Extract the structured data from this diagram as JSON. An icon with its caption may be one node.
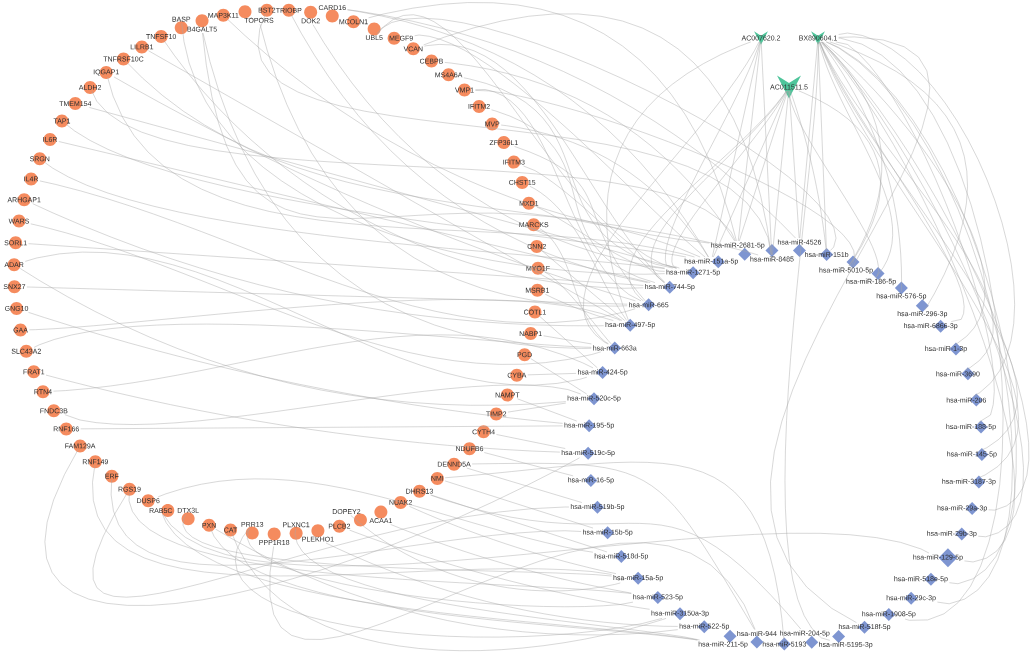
{
  "diagram": {
    "nodes": [
      {
        "text": [
          "TNFSF10"
        ]
      },
      {
        "text": [
          "BASP"
        ]
      },
      {
        "text": [
          "B4GALT5"
        ]
      },
      {
        "text": [
          "MAP3K11"
        ]
      },
      {
        "text": [
          "TOPORS"
        ]
      },
      {
        "text": [
          "BST2"
        ]
      },
      {
        "text": [
          "TRIOBP"
        ]
      },
      {
        "text": [
          "DOK2"
        ]
      },
      {
        "text": [
          "CARD16"
        ]
      },
      {
        "text": [
          "MCOLN1"
        ]
      },
      {
        "text": [
          "UBL5"
        ]
      },
      {
        "text": [
          "MEGF9"
        ]
      },
      {
        "text": [
          "VCAN"
        ]
      },
      {
        "text": [
          "CEBPB"
        ]
      },
      {
        "text": [
          "MS4A6A"
        ]
      },
      {
        "text": [
          "VMP1"
        ]
      },
      {
        "text": [
          "IFITM2"
        ]
      },
      {
        "text": [
          "MVP"
        ]
      },
      {
        "text": [
          "ZFP36L1"
        ]
      },
      {
        "text": [
          "IFITM3"
        ]
      },
      {
        "text": [
          "CHST15"
        ]
      },
      {
        "text": [
          "MXD1"
        ]
      },
      {
        "text": [
          "MARCKS"
        ]
      },
      {
        "text": [
          "CNN2"
        ]
      },
      {
        "text": [
          "MYO1F"
        ]
      },
      {
        "text": [
          "MSRB1"
        ]
      },
      {
        "text": [
          "COTL1"
        ]
      },
      {
        "text": [
          "NABP1"
        ]
      },
      {
        "text": [
          "PGD"
        ]
      },
      {
        "text": [
          "CYBA"
        ]
      },
      {
        "text": [
          "NAMPT"
        ]
      },
      {
        "text": [
          "TIMP2"
        ]
      },
      {
        "text": [
          "CYTH4"
        ]
      },
      {
        "text": [
          "NDUFB6"
        ]
      },
      {
        "text": [
          "DENND5A"
        ]
      },
      {
        "text": [
          "NMI"
        ]
      },
      {
        "text": [
          "DHRS13"
        ]
      },
      {
        "text": [
          "NUAK2"
        ]
      },
      {
        "text": [
          "ACAA1"
        ]
      },
      {
        "text": [
          "DOPEY2"
        ]
      },
      {
        "text": [
          "PLCB2"
        ]
      },
      {
        "text": [
          "PLEKHO1"
        ]
      },
      {
        "text": [
          "PLXNC1"
        ]
      },
      {
        "text": [
          "PPP1R18"
        ]
      },
      {
        "text": [
          "PRR13"
        ]
      },
      {
        "text": [
          "CAT"
        ]
      },
      {
        "text": [
          "PXN"
        ]
      },
      {
        "text": [
          "DTX3L"
        ]
      },
      {
        "text": [
          "RAB5C"
        ]
      },
      {
        "text": [
          "DUSP6"
        ]
      },
      {
        "text": [
          "RGS19"
        ]
      },
      {
        "text": [
          "ERF"
        ]
      },
      {
        "text": [
          "RNF149"
        ]
      },
      {
        "text": [
          "FAM129A"
        ]
      },
      {
        "text": [
          "RNF166"
        ]
      },
      {
        "text": [
          "FNDC3B"
        ]
      },
      {
        "text": [
          "RTN4"
        ]
      },
      {
        "text": [
          "FRAT1"
        ]
      },
      {
        "text": [
          "SLC43A2"
        ]
      },
      {
        "text": [
          "GAA"
        ]
      },
      {
        "text": [
          "GNG10"
        ]
      },
      {
        "text": [
          "SNX27"
        ]
      },
      {
        "text": [
          "ADAR"
        ]
      },
      {
        "text": [
          "SORL1"
        ]
      },
      {
        "text": [
          "WARS"
        ]
      },
      {
        "text": [
          "ARHGAP1"
        ]
      },
      {
        "text": [
          "IL4R"
        ]
      },
      {
        "text": [
          "SRGN"
        ]
      },
      {
        "text": [
          "IL6R"
        ]
      },
      {
        "text": [
          "TAP1"
        ]
      },
      {
        "text": [
          "TMEM154"
        ]
      },
      {
        "text": [
          "ALDH2"
        ]
      },
      {
        "text": [
          "IQGAP1"
        ]
      },
      {
        "text": [
          "TNFRSF10C"
        ]
      },
      {
        "text": [
          "LILRB1"
        ]
      },
      {
        "text": [
          "AC007620.2"
        ]
      },
      {
        "text": [
          "BX890604.1"
        ]
      },
      {
        "text": [
          "AC011511.5"
        ]
      },
      {
        "text": [
          "hsa-miR-2681-5p"
        ]
      },
      {
        "text": [
          "hsa-miR-8485"
        ]
      },
      {
        "text": [
          "hsa-miR-4526"
        ]
      },
      {
        "text": [
          "hsa-miR-151b"
        ]
      },
      {
        "text": [
          "hsa-miR-5010-5p"
        ]
      },
      {
        "text": [
          "hsa-miR-186-5p"
        ]
      },
      {
        "text": [
          "hsa-miR-576-5p"
        ]
      },
      {
        "text": [
          "hsa-miR-296-3p"
        ]
      },
      {
        "text": [
          "hsa-miR-6866-3p"
        ]
      },
      {
        "text": [
          "hsa-miR-1-3p"
        ]
      },
      {
        "text": [
          "hsa-miR-3690"
        ]
      },
      {
        "text": [
          "hsa-miR-206"
        ]
      },
      {
        "text": [
          "hsa-miR-188-5p"
        ]
      },
      {
        "text": [
          "hsa-miR-145-5p"
        ]
      },
      {
        "text": [
          "hsa-miR-3187-3p"
        ]
      },
      {
        "text": [
          "hsa-miR-29a-3p"
        ]
      },
      {
        "text": [
          "hsa-miR-29b-3p"
        ]
      },
      {
        "text": [
          "hsa-miR-129-5p"
        ]
      },
      {
        "text": [
          "hsa-miR-518e-5p"
        ]
      },
      {
        "text": [
          "hsa-miR-29c-3p"
        ]
      },
      {
        "text": [
          "hsa-miR-1908-5p"
        ]
      },
      {
        "text": [
          "hsa-miR-518f-5p"
        ]
      },
      {
        "text": [
          "hsa-miR-5195-3p"
        ]
      },
      {
        "text": [
          "hsa-miR-204-5p"
        ]
      },
      {
        "text": [
          "hsa-miR-5193"
        ]
      },
      {
        "text": [
          "hsa-miR-944"
        ]
      },
      {
        "text": [
          "hsa-miR-211-5p"
        ]
      },
      {
        "text": [
          "hsa-miR-522-5p"
        ]
      },
      {
        "text": [
          "hsa-miR-3150a-3p"
        ]
      },
      {
        "text": [
          "hsa-miR-523-5p"
        ]
      },
      {
        "text": [
          "hsa-miR-15a-5p"
        ]
      },
      {
        "text": [
          "hsa-miR-518d-5p"
        ]
      },
      {
        "text": [
          "hsa-miR-15b-5p"
        ]
      },
      {
        "text": [
          "hsa-miR-519b-5p"
        ]
      },
      {
        "text": [
          "hsa-miR-16-5p"
        ]
      },
      {
        "text": [
          "hsa-miR-519c-5p"
        ]
      },
      {
        "text": [
          "hsa-miR-195-5p"
        ]
      },
      {
        "text": [
          "hsa-miR-520c-5p"
        ]
      },
      {
        "text": [
          "hsa-miR-424-5p"
        ]
      },
      {
        "text": [
          "hsa-miR-663a"
        ]
      },
      {
        "text": [
          "hsa-miR-497-5p"
        ]
      },
      {
        "text": [
          "hsa-miR-665"
        ]
      },
      {
        "text": [
          "hsa-miR-744-5p"
        ]
      },
      {
        "text": [
          "hsa-miR-1271-5p"
        ]
      },
      {
        "text": [
          "hsa-miR-151a-5p"
        ]
      }
    ],
    "edges": [
      {
        "from": 77,
        "to": 119,
        "arrow": "none"
      },
      {
        "from": 77,
        "to": 120,
        "arrow": "none"
      },
      {
        "from": 77,
        "to": 121,
        "arrow": "none"
      },
      {
        "from": 77,
        "to": 122,
        "arrow": "none"
      },
      {
        "from": 77,
        "to": 78,
        "arrow": "none"
      },
      {
        "from": 77,
        "to": 79,
        "arrow": "none"
      },
      {
        "from": 77,
        "to": 80,
        "arrow": "none"
      },
      {
        "from": 77,
        "to": 81,
        "arrow": "none"
      },
      {
        "from": 77,
        "to": 82,
        "arrow": "none"
      },
      {
        "from": 77,
        "to": 83,
        "arrow": "none"
      },
      {
        "from": 75,
        "to": 121,
        "arrow": "none"
      },
      {
        "from": 75,
        "to": 122,
        "arrow": "none"
      },
      {
        "from": 75,
        "to": 78,
        "arrow": "none"
      },
      {
        "from": 75,
        "to": 79,
        "arrow": "none"
      },
      {
        "from": 75,
        "to": 118,
        "arrow": "none"
      },
      {
        "from": 75,
        "to": 117,
        "arrow": "none"
      },
      {
        "from": 76,
        "to": 80,
        "arrow": "none"
      },
      {
        "from": 76,
        "to": 81,
        "arrow": "none"
      },
      {
        "from": 76,
        "to": 82,
        "arrow": "none"
      },
      {
        "from": 76,
        "to": 83,
        "arrow": "none"
      },
      {
        "from": 76,
        "to": 84,
        "arrow": "none"
      },
      {
        "from": 76,
        "to": 85,
        "arrow": "none"
      },
      {
        "from": 76,
        "to": 86,
        "arrow": "none"
      },
      {
        "from": 76,
        "to": 87,
        "arrow": "none"
      },
      {
        "from": 76,
        "to": 88,
        "arrow": "none"
      },
      {
        "from": 76,
        "to": 89,
        "arrow": "none"
      },
      {
        "from": 76,
        "to": 90,
        "arrow": "none"
      },
      {
        "from": 76,
        "to": 91,
        "arrow": "none"
      },
      {
        "from": 76,
        "to": 92,
        "arrow": "none"
      },
      {
        "from": 76,
        "to": 93,
        "arrow": "none"
      },
      {
        "from": 76,
        "to": 94,
        "arrow": "none"
      },
      {
        "from": 76,
        "to": 95,
        "arrow": "none"
      },
      {
        "from": 76,
        "to": 96,
        "arrow": "none"
      },
      {
        "from": 76,
        "to": 97,
        "arrow": "none"
      },
      {
        "from": 76,
        "to": 98,
        "arrow": "none"
      },
      {
        "from": 76,
        "to": 99,
        "arrow": "none"
      },
      {
        "from": 76,
        "to": 100,
        "arrow": "none"
      },
      {
        "from": 0,
        "to": 120,
        "arrow": "none"
      },
      {
        "from": 1,
        "to": 121,
        "arrow": "none"
      },
      {
        "from": 2,
        "to": 122,
        "arrow": "none"
      },
      {
        "from": 2,
        "to": 117,
        "arrow": "none"
      },
      {
        "from": 3,
        "to": 78,
        "arrow": "none"
      },
      {
        "from": 4,
        "to": 119,
        "arrow": "none"
      },
      {
        "from": 5,
        "to": 79,
        "arrow": "none"
      },
      {
        "from": 6,
        "to": 120,
        "arrow": "none"
      },
      {
        "from": 7,
        "to": 121,
        "arrow": "none"
      },
      {
        "from": 8,
        "to": 122,
        "arrow": "none"
      },
      {
        "from": 8,
        "to": 80,
        "arrow": "none"
      },
      {
        "from": 9,
        "to": 78,
        "arrow": "none"
      },
      {
        "from": 10,
        "to": 121,
        "arrow": "none"
      },
      {
        "from": 10,
        "to": 81,
        "arrow": "none"
      },
      {
        "from": 11,
        "to": 122,
        "arrow": "none"
      },
      {
        "from": 12,
        "to": 120,
        "arrow": "none"
      },
      {
        "from": 12,
        "to": 79,
        "arrow": "none"
      },
      {
        "from": 13,
        "to": 78,
        "arrow": "none"
      },
      {
        "from": 14,
        "to": 121,
        "arrow": "none"
      },
      {
        "from": 15,
        "to": 119,
        "arrow": "none"
      },
      {
        "from": 15,
        "to": 82,
        "arrow": "none"
      },
      {
        "from": 16,
        "to": 120,
        "arrow": "none"
      },
      {
        "from": 17,
        "to": 122,
        "arrow": "none"
      },
      {
        "from": 18,
        "to": 119,
        "arrow": "none"
      },
      {
        "from": 19,
        "to": 120,
        "arrow": "none"
      },
      {
        "from": 20,
        "to": 118,
        "arrow": "none"
      },
      {
        "from": 21,
        "to": 121,
        "arrow": "none"
      },
      {
        "from": 22,
        "to": 117,
        "arrow": "none"
      },
      {
        "from": 23,
        "to": 118,
        "arrow": "none"
      },
      {
        "from": 24,
        "to": 117,
        "arrow": "none"
      },
      {
        "from": 25,
        "to": 118,
        "arrow": "none"
      },
      {
        "from": 26,
        "to": 116,
        "arrow": "none"
      },
      {
        "from": 27,
        "to": 117,
        "arrow": "none"
      },
      {
        "from": 28,
        "to": 115,
        "arrow": "none"
      },
      {
        "from": 29,
        "to": 116,
        "arrow": "none"
      },
      {
        "from": 30,
        "to": 114,
        "arrow": "none"
      },
      {
        "from": 31,
        "to": 115,
        "arrow": "none"
      },
      {
        "from": 32,
        "to": 113,
        "arrow": "none"
      },
      {
        "from": 33,
        "to": 112,
        "arrow": "none"
      },
      {
        "from": 34,
        "to": 111,
        "arrow": "none"
      },
      {
        "from": 34,
        "to": 103,
        "arrow": "none"
      },
      {
        "from": 35,
        "to": 110,
        "arrow": "none"
      },
      {
        "from": 35,
        "to": 102,
        "arrow": "none"
      },
      {
        "from": 36,
        "to": 109,
        "arrow": "none"
      },
      {
        "from": 36,
        "to": 101,
        "arrow": "none"
      },
      {
        "from": 37,
        "to": 108,
        "arrow": "none"
      },
      {
        "from": 38,
        "to": 107,
        "arrow": "none"
      },
      {
        "from": 39,
        "to": 108,
        "arrow": "none"
      },
      {
        "from": 40,
        "to": 106,
        "arrow": "none"
      },
      {
        "from": 41,
        "to": 105,
        "arrow": "none"
      },
      {
        "from": 42,
        "to": 104,
        "arrow": "none"
      },
      {
        "from": 43,
        "to": 103,
        "arrow": "none"
      },
      {
        "from": 44,
        "to": 107,
        "arrow": "none"
      },
      {
        "from": 44,
        "to": 106,
        "arrow": "none"
      },
      {
        "from": 45,
        "to": 106,
        "arrow": "none"
      },
      {
        "from": 46,
        "to": 105,
        "arrow": "none"
      },
      {
        "from": 46,
        "to": 104,
        "arrow": "none"
      },
      {
        "from": 47,
        "to": 108,
        "arrow": "none"
      },
      {
        "from": 48,
        "to": 104,
        "arrow": "none"
      },
      {
        "from": 48,
        "to": 95,
        "arrow": "none"
      },
      {
        "from": 49,
        "to": 109,
        "arrow": "none"
      },
      {
        "from": 50,
        "to": 107,
        "arrow": "none"
      },
      {
        "from": 50,
        "to": 111,
        "arrow": "none"
      },
      {
        "from": 51,
        "to": 110,
        "arrow": "none"
      },
      {
        "from": 52,
        "to": 108,
        "arrow": "none"
      },
      {
        "from": 53,
        "to": 113,
        "arrow": "none"
      },
      {
        "from": 54,
        "to": 114,
        "arrow": "none"
      },
      {
        "from": 55,
        "to": 115,
        "arrow": "none"
      },
      {
        "from": 56,
        "to": 116,
        "arrow": "none"
      },
      {
        "from": 57,
        "to": 113,
        "arrow": "none"
      },
      {
        "from": 58,
        "to": 117,
        "arrow": "none"
      },
      {
        "from": 59,
        "to": 118,
        "arrow": "none"
      },
      {
        "from": 60,
        "to": 114,
        "arrow": "none"
      },
      {
        "from": 61,
        "to": 119,
        "arrow": "none"
      },
      {
        "from": 62,
        "to": 115,
        "arrow": "none"
      },
      {
        "from": 62,
        "to": 116,
        "arrow": "none"
      },
      {
        "from": 63,
        "to": 120,
        "arrow": "none"
      },
      {
        "from": 64,
        "to": 117,
        "arrow": "none"
      },
      {
        "from": 65,
        "to": 118,
        "arrow": "none"
      },
      {
        "from": 66,
        "to": 119,
        "arrow": "none"
      },
      {
        "from": 67,
        "to": 121,
        "arrow": "none"
      },
      {
        "from": 68,
        "to": 120,
        "arrow": "none"
      },
      {
        "from": 69,
        "to": 122,
        "arrow": "none"
      },
      {
        "from": 70,
        "to": 121,
        "arrow": "none"
      },
      {
        "from": 71,
        "to": 78,
        "arrow": "none"
      },
      {
        "from": 72,
        "to": 122,
        "arrow": "none"
      },
      {
        "from": 72,
        "to": 119,
        "arrow": "none"
      },
      {
        "from": 73,
        "to": 79,
        "arrow": "none"
      },
      {
        "from": 74,
        "to": 118,
        "arrow": "none"
      }
    ]
  }
}
